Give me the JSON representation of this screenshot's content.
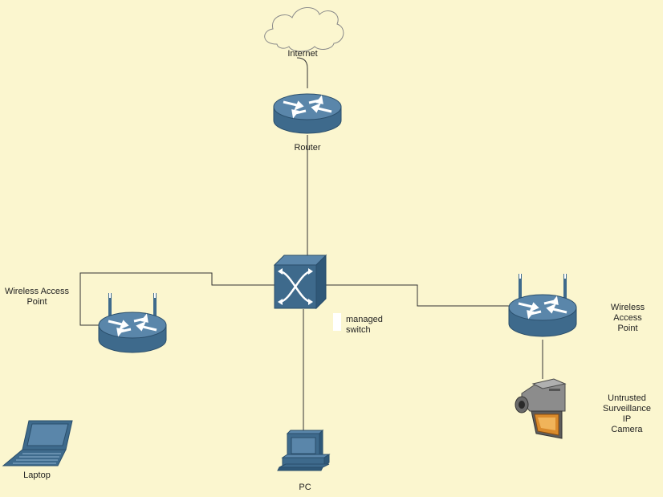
{
  "labels": {
    "internet": "Internet",
    "router": "Router",
    "wap_left": "Wireless Access\nPoint",
    "wap_right": "Wireless Access\nPoint",
    "switch": "managed\nswitch",
    "pc": "PC",
    "laptop": "Laptop",
    "camera": "Untrusted\nSurveillance  IP\nCamera"
  },
  "colors": {
    "background": "#fbf6cf",
    "device_fill": "#3e6a8c",
    "device_top": "#5a86aa",
    "device_stroke": "#2a4e6b",
    "link": "#333333",
    "cloud_fill": "#fbf6cf",
    "cloud_stroke": "#8a8a8a",
    "camera_body": "#7a7a7a",
    "camera_screen": "#d98a2b"
  },
  "icons": {
    "internet": "cloud-icon",
    "router": "router-icon",
    "switch": "switch-icon",
    "wap_left": "wireless-router-icon",
    "wap_right": "wireless-router-icon",
    "pc": "desktop-pc-icon",
    "laptop": "laptop-icon",
    "camera": "video-camera-icon"
  }
}
